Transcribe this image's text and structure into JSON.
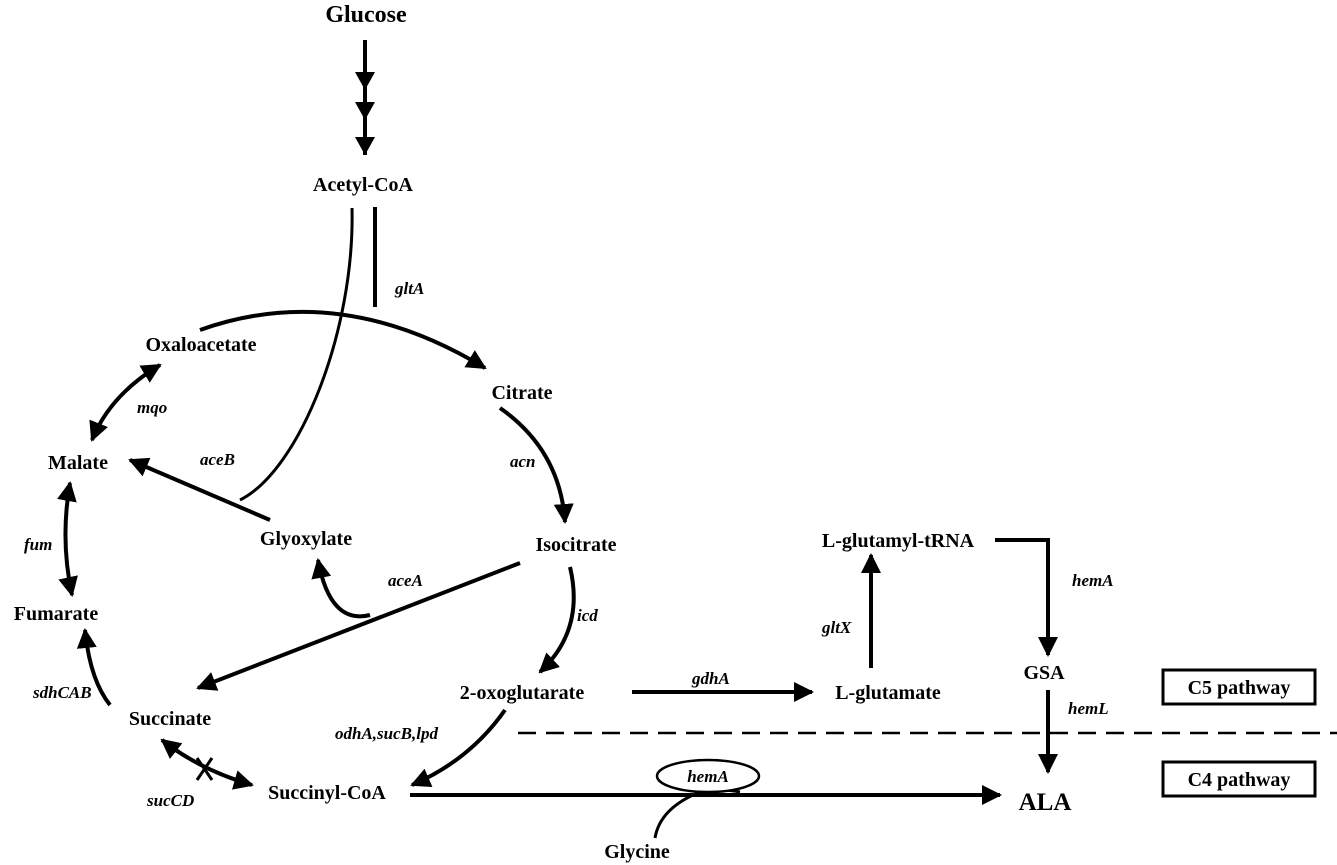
{
  "metabolites": {
    "glucose": "Glucose",
    "acetyl_coa": "Acetyl-CoA",
    "oxaloacetate": "Oxaloacetate",
    "citrate": "Citrate",
    "malate": "Malate",
    "glyoxylate": "Glyoxylate",
    "isocitrate": "Isocitrate",
    "fumarate": "Fumarate",
    "succinate": "Succinate",
    "oxoglutarate": "2-oxoglutarate",
    "succinyl_coa": "Succinyl-CoA",
    "glycine": "Glycine",
    "l_glutamyl_trna": "L-glutamyl-tRNA",
    "l_glutamate": "L-glutamate",
    "gsa": "GSA",
    "ala": "ALA"
  },
  "genes": {
    "gltA": "gltA",
    "mqo": "mqo",
    "acn": "acn",
    "aceB": "aceB",
    "fum": "fum",
    "aceA": "aceA",
    "icd": "icd",
    "sdhCAB": "sdhCAB",
    "odhA": "odhA,sucB,lpd",
    "sucCD": "sucCD",
    "gdhA": "gdhA",
    "gltX": "gltX",
    "hemA_c5": "hemA",
    "hemL": "hemL",
    "hemA_c4": "hemA"
  },
  "pathways": {
    "c5": "C5 pathway",
    "c4": "C4 pathway"
  }
}
